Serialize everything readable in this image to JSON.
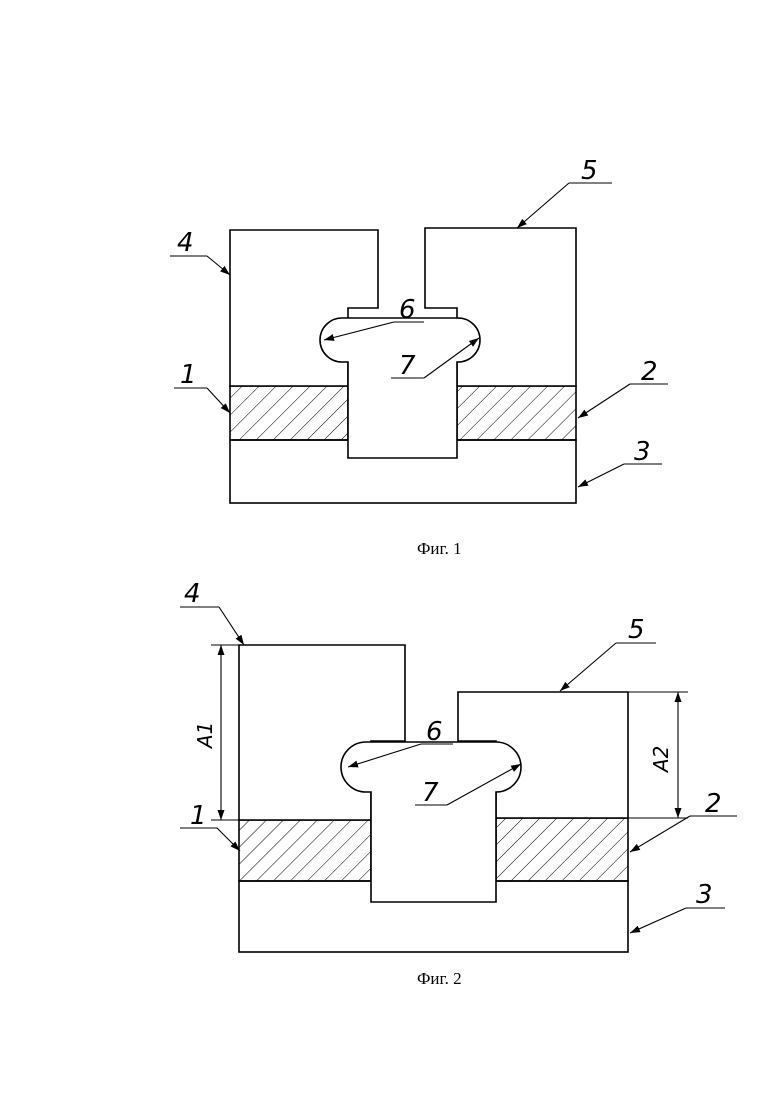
{
  "figures": [
    {
      "caption": "Фиг. 1",
      "labels": {
        "p1": "1",
        "p2": "2",
        "p3": "3",
        "p4": "4",
        "p5": "5",
        "p6": "6",
        "p7": "7"
      }
    },
    {
      "caption": "Фиг. 2",
      "labels": {
        "p1": "1",
        "p2": "2",
        "p3": "3",
        "p4": "4",
        "p5": "5",
        "p6": "6",
        "p7": "7"
      },
      "dimensions": {
        "a1": "A1",
        "a2": "A2"
      }
    }
  ],
  "colors": {
    "line": "#000000",
    "background": "#ffffff"
  }
}
